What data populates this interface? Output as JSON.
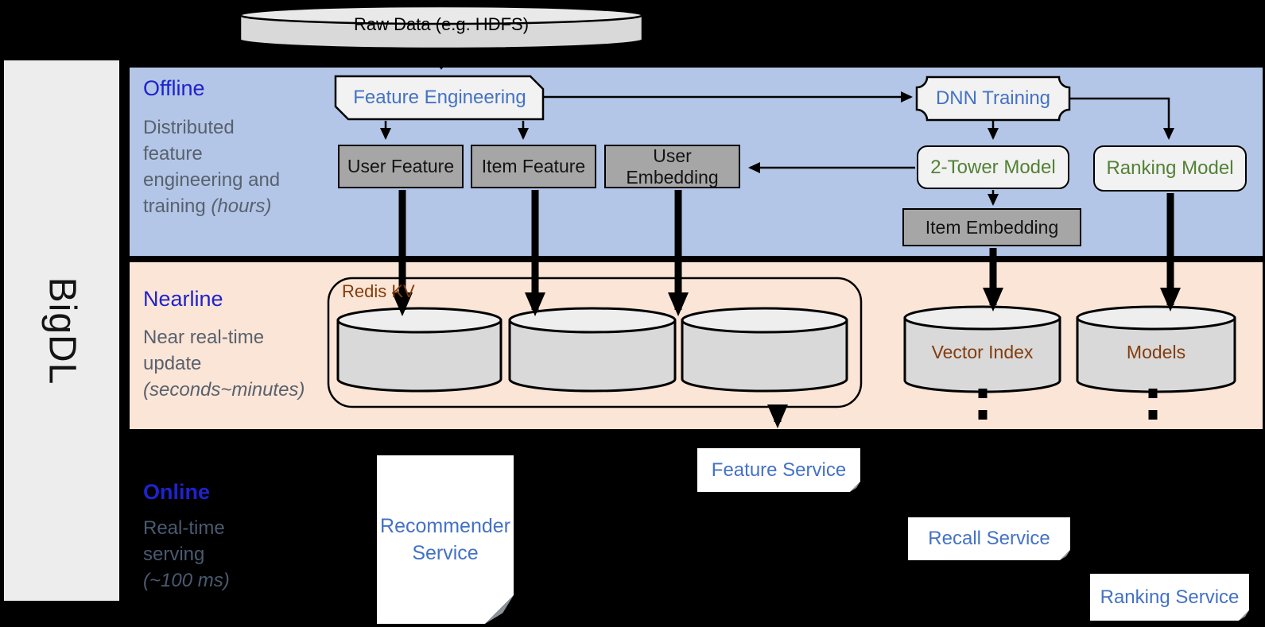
{
  "brand": {
    "label": "BigDL"
  },
  "raw_data": {
    "label": "Raw Data (e.g. HDFS)"
  },
  "offline": {
    "title": "Offline",
    "description": "Distributed feature engineering and training",
    "description_note": "(hours)",
    "nodes": {
      "feature_engineering": "Feature Engineering",
      "user_feature": "User Feature",
      "item_feature": "Item Feature",
      "user_embedding": "User Embedding",
      "dnn_training": "DNN Training",
      "two_tower_model": "2-Tower Model",
      "ranking_model": "Ranking Model",
      "item_embedding": "Item Embedding"
    }
  },
  "nearline": {
    "title": "Nearline",
    "description": "Near real-time update",
    "description_note": "(seconds~minutes)",
    "nodes": {
      "redis_kv": "Redis KV",
      "vector_index": "Vector Index",
      "models": "Models"
    }
  },
  "online": {
    "title": "Online",
    "description": "Real-time serving",
    "description_note": "(~100 ms)",
    "nodes": {
      "recommender_service": "Recommender Service",
      "feature_service": "Feature Service",
      "recall_service": "Recall Service",
      "ranking_service": "Ranking Service"
    }
  },
  "colors": {
    "offline_band": "#b3c6e7",
    "nearline_band": "#fbe5d6",
    "online_band": "#000000",
    "band_heading": "#1f22cc",
    "band_body_text": "#59616e",
    "node_text_blue": "#4472c4",
    "node_text_green": "#538135",
    "node_text_brown": "#843c0c",
    "gray_box_fill": "#a6a6a6",
    "light_box_fill": "#f2f2f2",
    "cylinder_fill": "#d9d9d9",
    "sidebar_fill": "#ededed"
  }
}
